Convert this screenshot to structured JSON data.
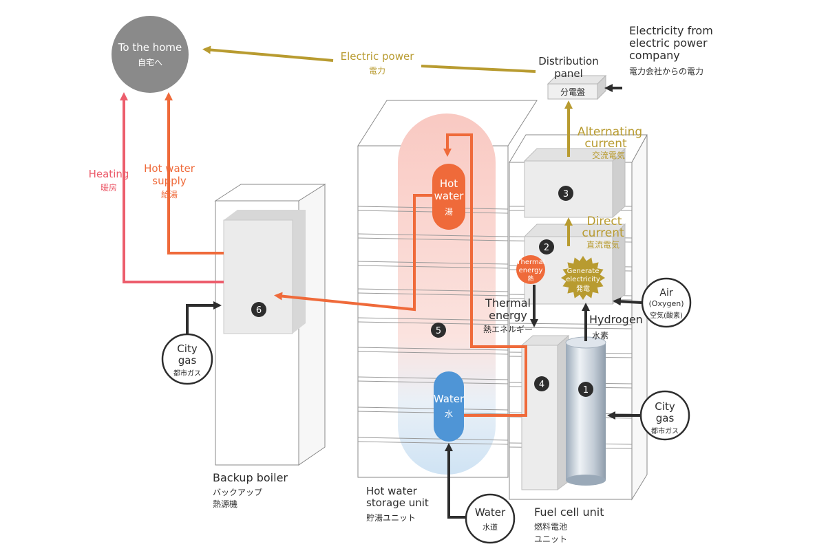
{
  "colors": {
    "gold": "#b89b30",
    "orange": "#ef6a3a",
    "pink": "#ec5d6c",
    "dark": "#2d2d2d",
    "gray_circle": "#8a8a8a",
    "hot_tank": "#f7c8c0",
    "cold_tank": "#cfe3f4",
    "water_blue": "#4f95d6"
  },
  "home": {
    "en": "To the home",
    "jp": "自宅へ"
  },
  "electric_power": {
    "en": "Electric power",
    "jp": "電力"
  },
  "utility": {
    "line1": "Electricity from",
    "line2": "electric power",
    "line3": "company",
    "jp": "電力会社からの電力"
  },
  "distribution_panel": {
    "line1": "Distribution",
    "line2": "panel",
    "jp": "分電盤"
  },
  "alternating_current": {
    "line1": "Alternating",
    "line2": "current",
    "jp": "交流電気"
  },
  "direct_current": {
    "line1": "Direct",
    "line2": "current",
    "jp": "直流電気"
  },
  "heating": {
    "en": "Heating",
    "jp": "暖房"
  },
  "hot_water_supply": {
    "line1": "Hot water",
    "line2": "supply",
    "jp": "給湯"
  },
  "hot_water_bubble": {
    "line1": "Hot",
    "line2": "water",
    "jp": "湯"
  },
  "water_bubble": {
    "en": "Water",
    "jp": "水"
  },
  "thermal_energy_badge": {
    "line1": "Thermal",
    "line2": "energy",
    "jp": "熱"
  },
  "generate_electricity_badge": {
    "line1": "Generate",
    "line2": "electricity",
    "jp": "発電"
  },
  "thermal_energy": {
    "line1": "Thermal",
    "line2": "energy",
    "jp": "熱エネルギー"
  },
  "hydrogen": {
    "en": "Hydrogen",
    "jp": "水素"
  },
  "air": {
    "line1": "Air",
    "line2": "(Oxygen)",
    "jp": "空気(酸素)"
  },
  "city_gas_left": {
    "line1": "City",
    "line2": "gas",
    "jp": "都市ガス"
  },
  "city_gas_right": {
    "line1": "City",
    "line2": "gas",
    "jp": "都市ガス"
  },
  "water_supply": {
    "en": "Water",
    "jp": "水道"
  },
  "backup_boiler": {
    "en": "Backup boiler",
    "jp1": "バックアップ",
    "jp2": "熱源機"
  },
  "storage_unit": {
    "line1": "Hot water",
    "line2": "storage unit",
    "jp": "貯湯ユニット"
  },
  "fuel_cell_unit": {
    "en": "Fuel cell unit",
    "jp1": "燃料電池",
    "jp2": "ユニット"
  },
  "markers": [
    "1",
    "2",
    "3",
    "4",
    "5",
    "6"
  ]
}
